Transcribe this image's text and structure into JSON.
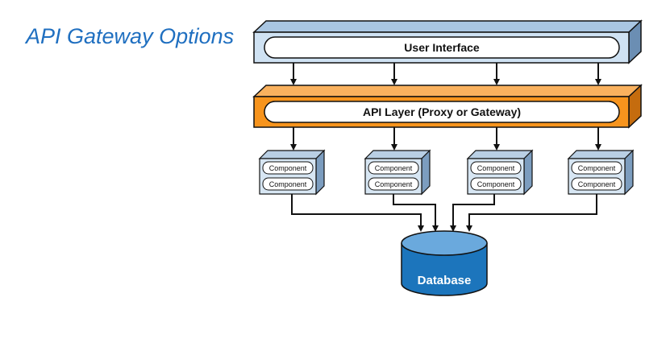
{
  "title": "API Gateway Options",
  "layers": {
    "ui_label": "User Interface",
    "api_label": "API Layer (Proxy or Gateway)"
  },
  "components": [
    [
      "Component",
      "Component"
    ],
    [
      "Component",
      "Component"
    ],
    [
      "Component",
      "Component"
    ],
    [
      "Component",
      "Component"
    ]
  ],
  "database": {
    "label": "Database"
  },
  "colors": {
    "title": "#1f6fc0",
    "ui_fill": "#cfe2f3",
    "api_fill": "#f7941d",
    "component_fill": "#d7e6f3",
    "database_fill": "#1c75bc"
  }
}
